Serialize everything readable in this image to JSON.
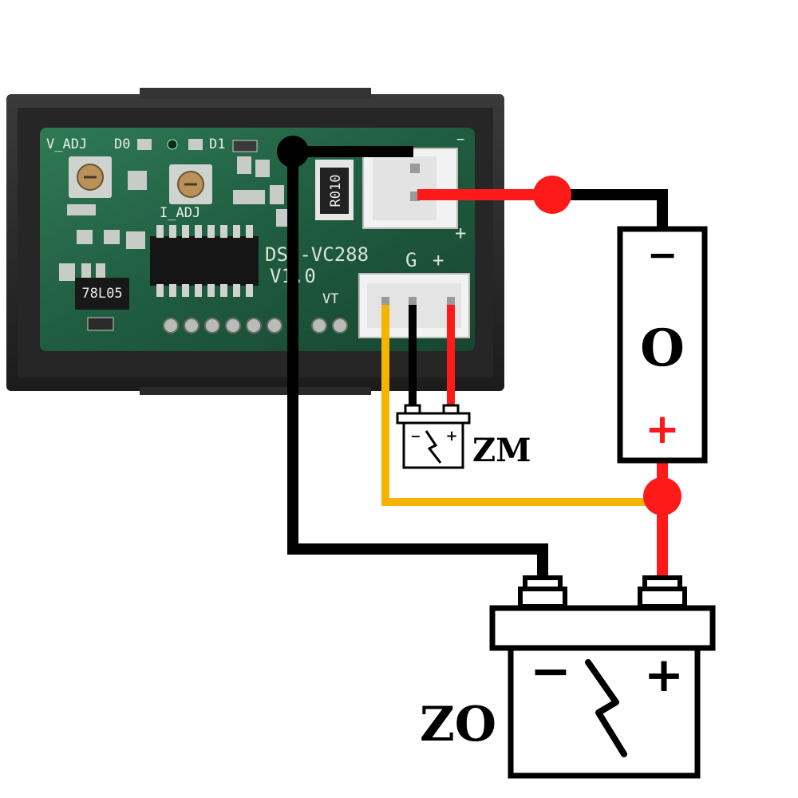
{
  "board": {
    "silkscreen": {
      "v_adj": "V_ADJ",
      "d0": "D0",
      "d1": "D1",
      "i_adj": "I_ADJ",
      "resistor": "R010",
      "regulator": "78L05",
      "model": "DSN-VC288",
      "version": "V1.0",
      "g": "G",
      "plus_mid": "+",
      "plus_top": "+",
      "minus_top": "−",
      "vt": "VT"
    }
  },
  "load": {
    "name": "O",
    "minus": "−",
    "plus": "+"
  },
  "meter_battery": {
    "name": "ZM",
    "minus": "−",
    "plus": "+"
  },
  "main_battery": {
    "name": "ZO",
    "minus": "−",
    "plus": "+"
  },
  "colors": {
    "wire_black": "#000000",
    "wire_red": "#ff1a1a",
    "wire_yellow": "#f5b400",
    "pcb_green": "#1e5a3e",
    "frame": "#2a2a2a"
  },
  "icons": {
    "battery_bolt": "lightning-bolt-icon"
  }
}
